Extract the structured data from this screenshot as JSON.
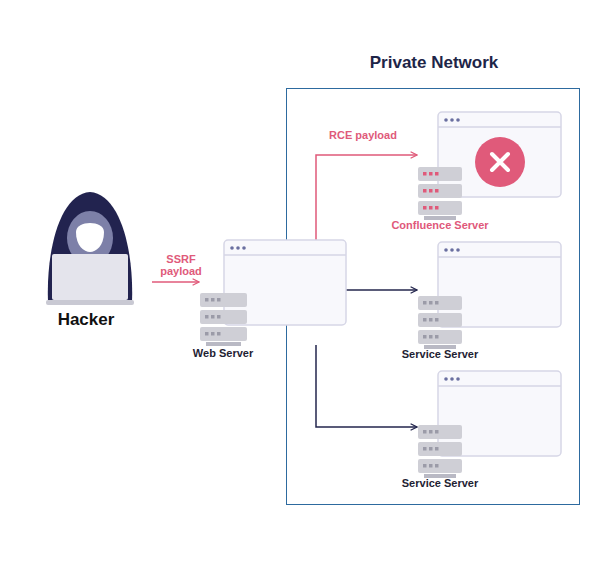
{
  "diagram": {
    "nodes": [
      {
        "text": [
          "Private Network"
        ]
      },
      {
        "text": [
          "Hacker"
        ]
      },
      {
        "text": [
          "Web Server"
        ]
      },
      {
        "text": [
          "Confluence Server"
        ],
        "in": 0
      },
      {
        "text": [
          "Service Server"
        ],
        "in": 0
      },
      {
        "text": [
          "Service Server"
        ],
        "in": 0
      }
    ],
    "edges": [
      {
        "from": 1,
        "to": 2,
        "arrow": "to",
        "label": "SSRF payload"
      },
      {
        "from": 2,
        "to": 3,
        "arrow": "to",
        "label": "RCE payload"
      },
      {
        "from": 2,
        "to": 4,
        "arrow": "to"
      },
      {
        "from": 2,
        "to": 5,
        "arrow": "to"
      }
    ]
  }
}
